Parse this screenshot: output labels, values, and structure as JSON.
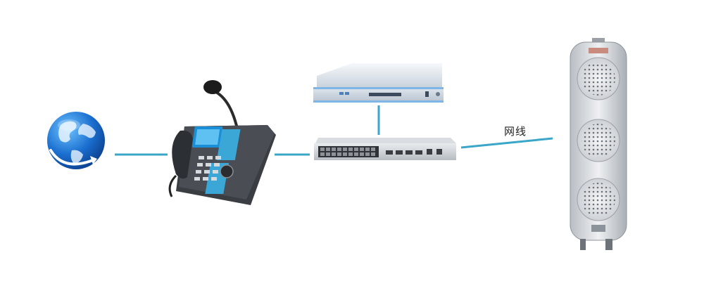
{
  "diagram": {
    "nodes": [
      {
        "id": "internet",
        "kind": "globe-icon"
      },
      {
        "id": "ip-phone",
        "kind": "desk-phone-with-gooseneck-mic"
      },
      {
        "id": "server",
        "kind": "rack-server"
      },
      {
        "id": "switch",
        "kind": "network-switch"
      },
      {
        "id": "speaker",
        "kind": "explosion-proof-ip-speaker"
      }
    ],
    "links": [
      {
        "from": "internet",
        "to": "ip-phone",
        "label": ""
      },
      {
        "from": "ip-phone",
        "to": "switch",
        "label": ""
      },
      {
        "from": "server",
        "to": "switch",
        "label": ""
      },
      {
        "from": "switch",
        "to": "speaker",
        "label": "网线"
      }
    ],
    "link_color": "#3aa6c8"
  }
}
